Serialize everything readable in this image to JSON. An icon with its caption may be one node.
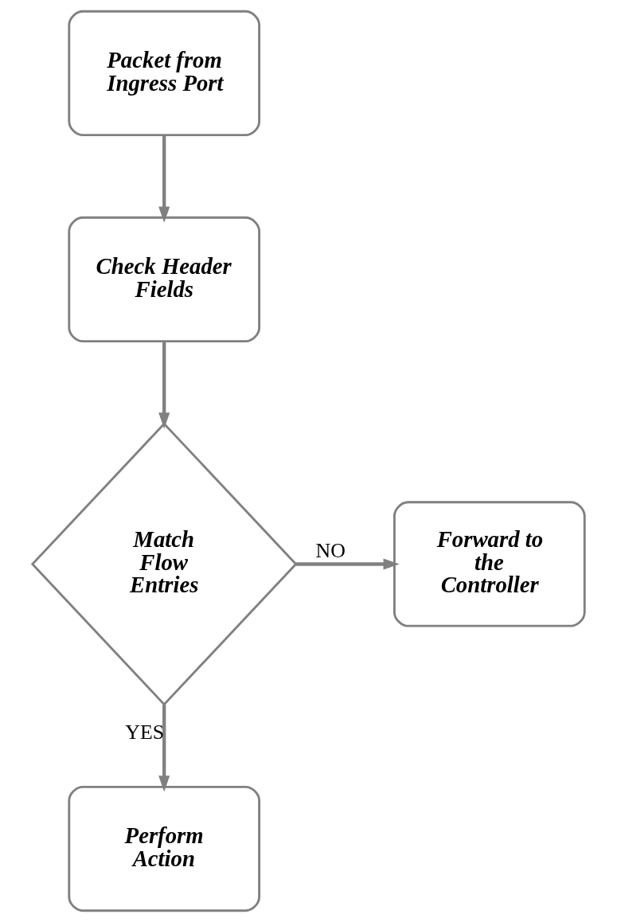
{
  "diagram": {
    "nodes": [
      {
        "text": [
          "Packet from Ingress Port"
        ]
      },
      {
        "text": [
          "Check Header Fields"
        ]
      },
      {
        "text": [
          "Match Flow Entries"
        ]
      },
      {
        "text": [
          "Forward to the Controller"
        ]
      },
      {
        "text": [
          "Perform Action"
        ]
      }
    ],
    "edges": [
      {
        "from": 0,
        "to": 1,
        "arrow": "to"
      },
      {
        "from": 1,
        "to": 2,
        "arrow": "to"
      },
      {
        "from": 2,
        "to": 3,
        "label": "NO",
        "arrow": "to"
      },
      {
        "from": 2,
        "to": 4,
        "label": "YES",
        "arrow": "to"
      }
    ]
  }
}
